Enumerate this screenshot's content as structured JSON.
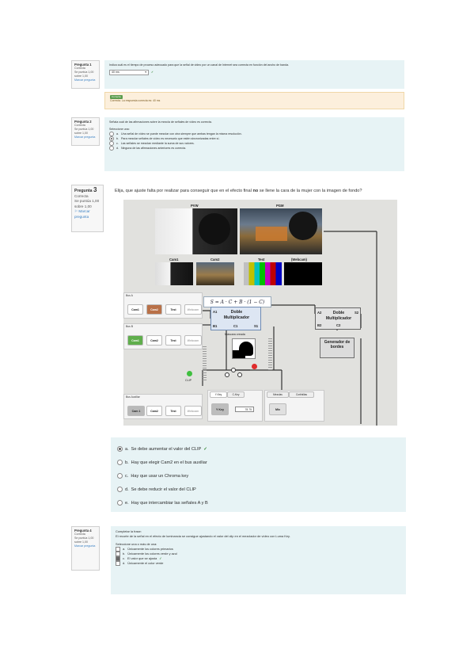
{
  "q1": {
    "info": {
      "number": "Pregunta 1",
      "status": "Correcta",
      "score": "Se puntúa 1,00 sobre 1,00",
      "flag": "Marcar pregunta"
    },
    "text": "Indica cuál es el tiempo de proceso adecuado para que la señal de video por un canal de Internet sea correcta en función del ancho de banda.",
    "answer_value": "40 ms",
    "feedback": {
      "badge": "Correcta",
      "text": "Correcta. La respuesta correcta es: 40 ms"
    }
  },
  "q2": {
    "info": {
      "number": "Pregunta 2",
      "status": "Correcta",
      "score": "Se puntúa 1,00 sobre 1,00",
      "flag": "Marcar pregunta"
    },
    "text": "Señala cuál de las afirmaciones sobre la mezcla de señales de vídeo es correcta.",
    "prompt": "Seleccione una:",
    "options": [
      {
        "letter": "a.",
        "text": "Una señal de vídeo se puede mezclar con otra siempre que ambas tengan la misma resolución.",
        "selected": false
      },
      {
        "letter": "b.",
        "text": "Para mezclar señales de vídeo es necesario que estén sincronizadas entre sí.",
        "selected": true
      },
      {
        "letter": "c.",
        "text": "Las señales se mezclan mediante la suma de sus valores.",
        "selected": false
      },
      {
        "letter": "d.",
        "text": "Ninguna de las afirmaciones anteriores es correcta.",
        "selected": false
      }
    ]
  },
  "q3": {
    "info": {
      "number_label": "Pregunta",
      "number": "3",
      "status": "Correcta",
      "score": "Se puntúa 1,00 sobre 1,00",
      "flag": "Marcar pregunta"
    },
    "text_before": "Elija, que ajuste falta por realizar para conseguir que en el efecto final ",
    "text_bold": "no",
    "text_after": " se llene la cara de la mujer con la imagen de fondo?",
    "diagram": {
      "pvw": "PVW",
      "pgm": "PGM",
      "cam1": "Cam1",
      "cam2": "Cam2",
      "test": "Test",
      "webcam": "(Webcam)",
      "formula": "S = A · C + B · (1 − C)",
      "mult1_title": "Doble Multiplicador",
      "mult2_title": "Doble Multiplicador",
      "a1": "A1",
      "b1": "B1",
      "c1": "C1",
      "s1": "S1",
      "a2": "A2",
      "b2": "B2",
      "c2": "C2",
      "s2": "S2",
      "mask": "Máscara creada",
      "clip": "CLIP",
      "generator": "Generador de bordes",
      "bus_a": "Bus A",
      "bus_b": "Bus B",
      "bus_aux": "Bus Auxiliar",
      "bus_a_buttons": [
        "Cam1",
        "Cam2",
        "Test",
        "Webcam"
      ],
      "bus_b_buttons": [
        "Cam1",
        "Cam2",
        "Test",
        "Webcam"
      ],
      "aux_buttons": [
        "Cam 1",
        "Cam2",
        "Test",
        "Webcam"
      ],
      "tabs": [
        "Y-Key",
        "C-Key"
      ],
      "mix_tabs": [
        "Mezclas",
        "Cortinillas"
      ],
      "ykey_button": "Y Key",
      "ykey_value": "78.75",
      "mix_button": "Mix"
    },
    "options": [
      {
        "letter": "a.",
        "text": "Se debe aumentar el valor del CLIP",
        "selected": true,
        "correct": true
      },
      {
        "letter": "b.",
        "text": "Hay que elegir Cam2 en el bus auxiliar",
        "selected": false
      },
      {
        "letter": "c.",
        "text": "Hay que usar un Chroma key",
        "selected": false
      },
      {
        "letter": "d.",
        "text": "Se debe reducir el valor del CLIP",
        "selected": false
      },
      {
        "letter": "e.",
        "text": "Hay que intercambiar las señales A y B",
        "selected": false
      }
    ]
  },
  "q4": {
    "info": {
      "number": "Pregunta 4",
      "status": "Correcta",
      "score": "Se puntúa 1,00 sobre 1,00",
      "flag": "Marcar pregunta"
    },
    "title": "Completar la frase:",
    "text": "El recorte de la señal en el efecto de luminancia se consigue ajustando el valor del clip en el mezclador de vídeo con Luma Key.",
    "prompt": "Seleccione una o más de una:",
    "options": [
      {
        "letter": "a.",
        "text": "Únicamente los colores primarios",
        "selected": false
      },
      {
        "letter": "b.",
        "text": "Únicamente los colores verde y azul",
        "selected": false
      },
      {
        "letter": "c.",
        "text": "El valor que se ajusta",
        "selected": true,
        "correct": true
      },
      {
        "letter": "d.",
        "text": "Únicamente el color verde",
        "selected": false
      }
    ]
  },
  "colors": {
    "panel": "#e7f3f5",
    "correct": "#3b8a3b",
    "accent": "#6f8bb3"
  }
}
